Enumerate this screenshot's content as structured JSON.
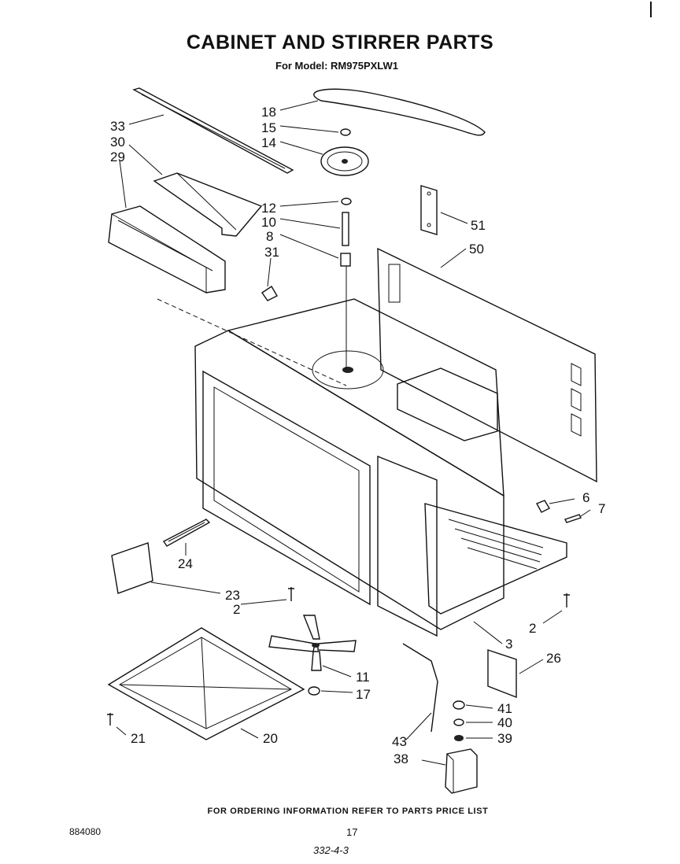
{
  "header": {
    "title": "CABINET AND STIRRER PARTS",
    "subtitle": "For Model: RM975PXLW1"
  },
  "callouts": [
    "33",
    "30",
    "29",
    "18",
    "15",
    "14",
    "12",
    "10",
    "8",
    "31",
    "51",
    "50",
    "6",
    "7",
    "24",
    "23",
    "2",
    "3",
    "2",
    "26",
    "11",
    "17",
    "21",
    "20",
    "41",
    "40",
    "39",
    "43",
    "38"
  ],
  "footer": {
    "ordering_note": "FOR ORDERING INFORMATION REFER TO PARTS PRICE LIST",
    "doc_number": "884080",
    "page_number": "17",
    "handwritten": "332-4-3"
  }
}
